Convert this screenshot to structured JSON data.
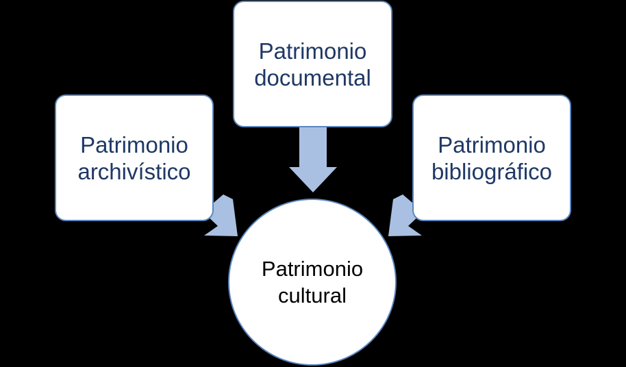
{
  "diagram": {
    "source_nodes": [
      {
        "id": "left",
        "label": "Patrimonio\narchivístico"
      },
      {
        "id": "top",
        "label": "Patrimonio\ndocumental"
      },
      {
        "id": "right",
        "label": "Patrimonio\nbibliográfico"
      }
    ],
    "target_node": {
      "label": "Patrimonio\ncultural"
    },
    "colors": {
      "background": "#000000",
      "box_fill": "#ffffff",
      "box_border": "#5b86bf",
      "box_text": "#1f3864",
      "arrow_fill": "#a9c0e2",
      "target_text": "#000000"
    }
  }
}
